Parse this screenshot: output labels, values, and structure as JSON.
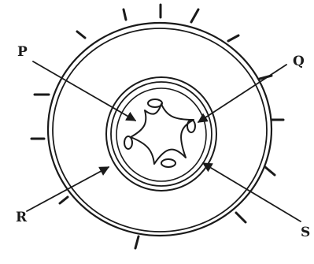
{
  "labels": {
    "p": "P",
    "q": "Q",
    "r": "R",
    "s": "S"
  },
  "colors": {
    "ink": "#1a1a1a",
    "background": "#ffffff"
  }
}
